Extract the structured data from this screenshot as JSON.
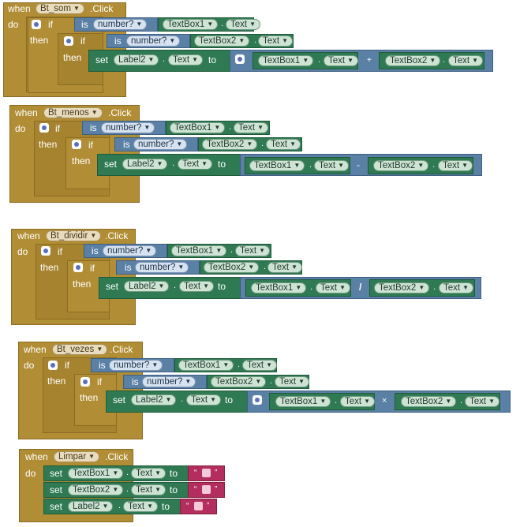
{
  "kw": {
    "when": "when",
    "do": "do",
    "if": "if",
    "then": "then",
    "is": "is",
    "set": "set",
    "to": "to",
    "number": "number?",
    "text": "Text",
    "click": ".Click",
    "dot": ".",
    "quote_open": "“",
    "quote_close": "”"
  },
  "components": {
    "textbox1": "TextBox1",
    "textbox2": "TextBox2",
    "label2": "Label2"
  },
  "blocks": [
    {
      "component": "Bt_som",
      "operator": "+"
    },
    {
      "component": "Bt_menos",
      "operator": "-"
    },
    {
      "component": "Bt_dividir",
      "operator": "/"
    },
    {
      "component": "Bt_vezes",
      "operator": "×"
    },
    {
      "component": "Limpar"
    }
  ]
}
